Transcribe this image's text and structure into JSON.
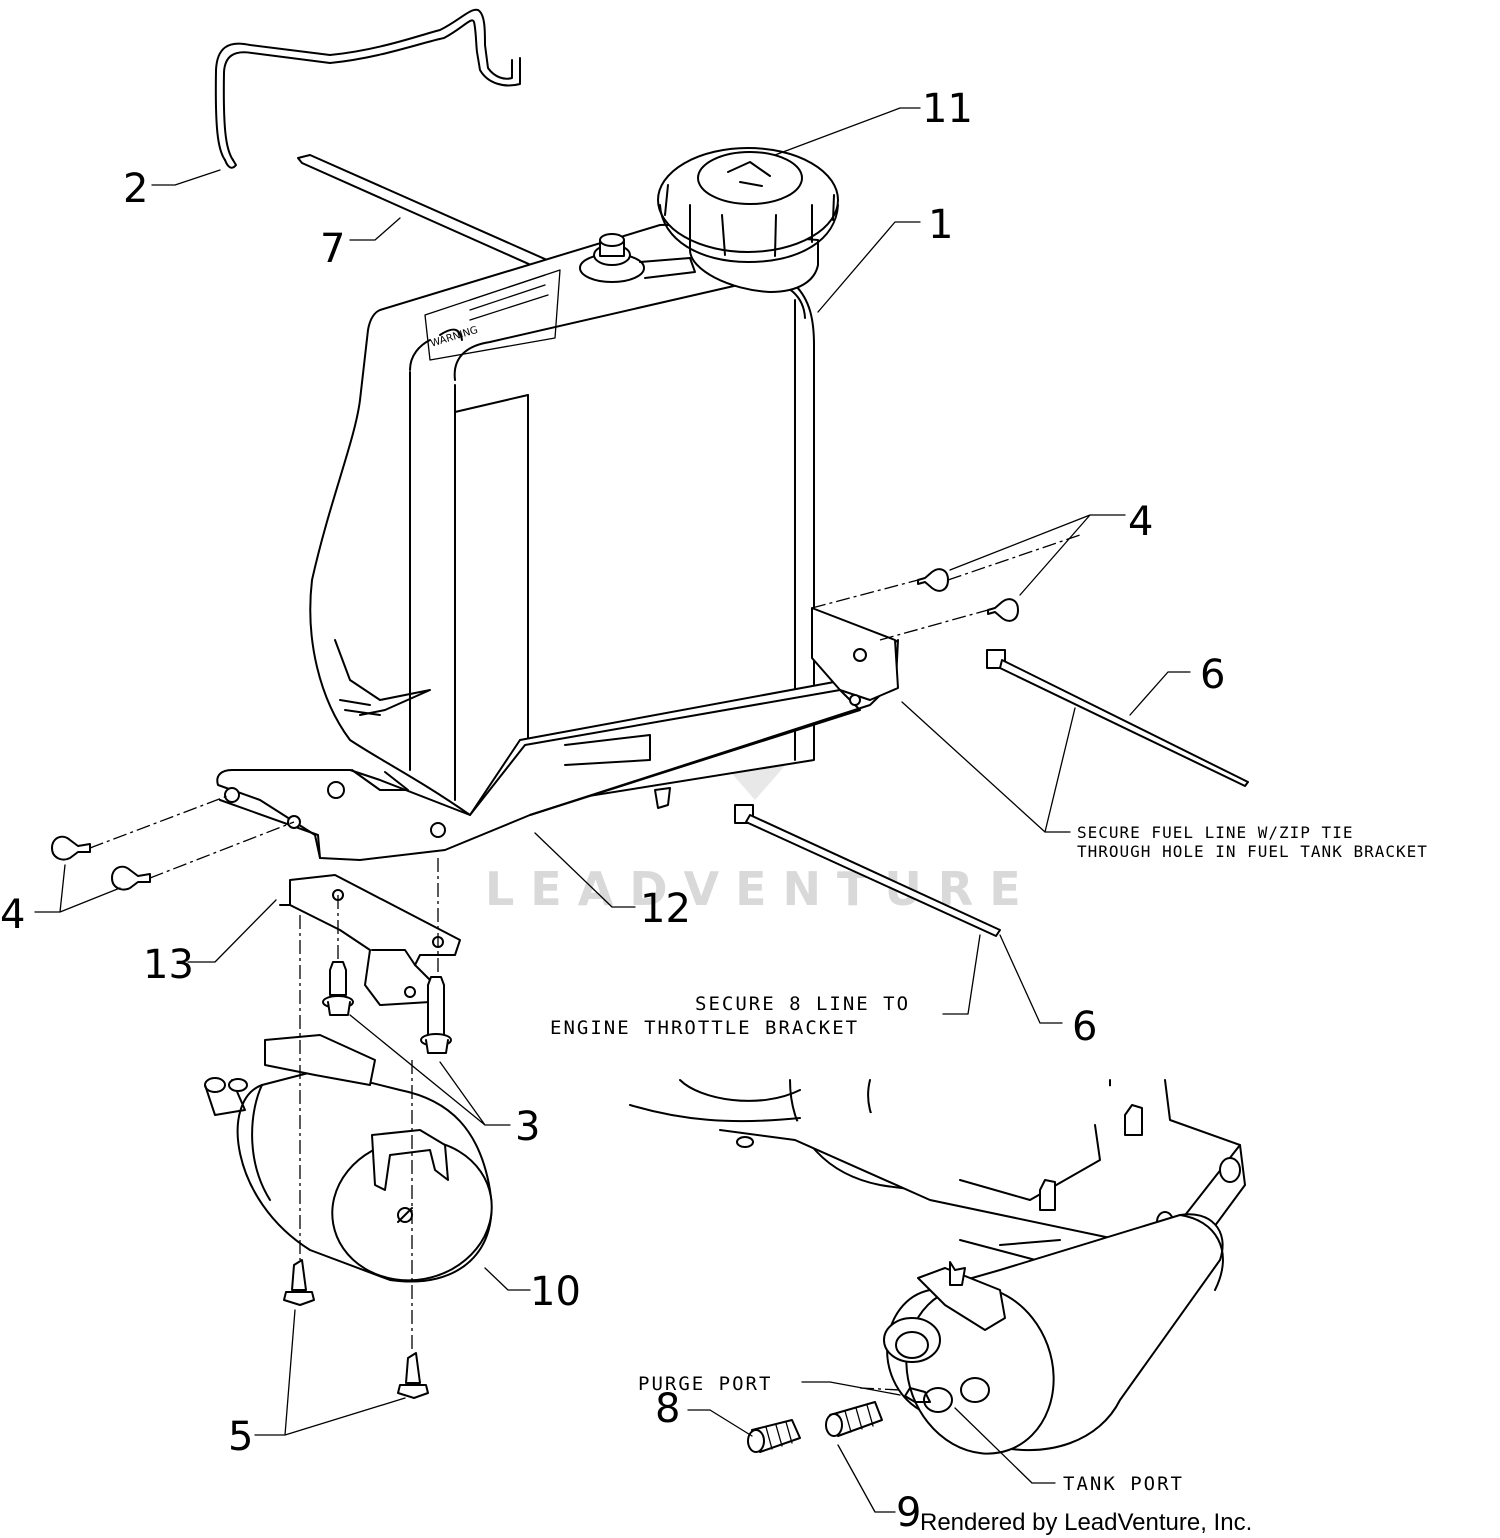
{
  "callouts": {
    "c1": "1",
    "c2": "2",
    "c3": "3",
    "c4a": "4",
    "c4b": "4",
    "c5": "5",
    "c6a": "6",
    "c6b": "6",
    "c7": "7",
    "c8": "8",
    "c9": "9",
    "c10": "10",
    "c11": "11",
    "c12": "12",
    "c13": "13"
  },
  "notes": {
    "fuel_line_line1": "SECURE FUEL LINE W/ZIP TIE",
    "fuel_line_line2": "THROUGH HOLE IN FUEL TANK BRACKET",
    "throttle_line1": "SECURE 8 LINE TO",
    "throttle_line2": "ENGINE THROTTLE BRACKET",
    "purge_port": "PURGE PORT",
    "tank_port": "TANK PORT"
  },
  "decal_text": "WARNING",
  "watermark": "LEADVENTURE",
  "credit": "Rendered by LeadVenture, Inc."
}
